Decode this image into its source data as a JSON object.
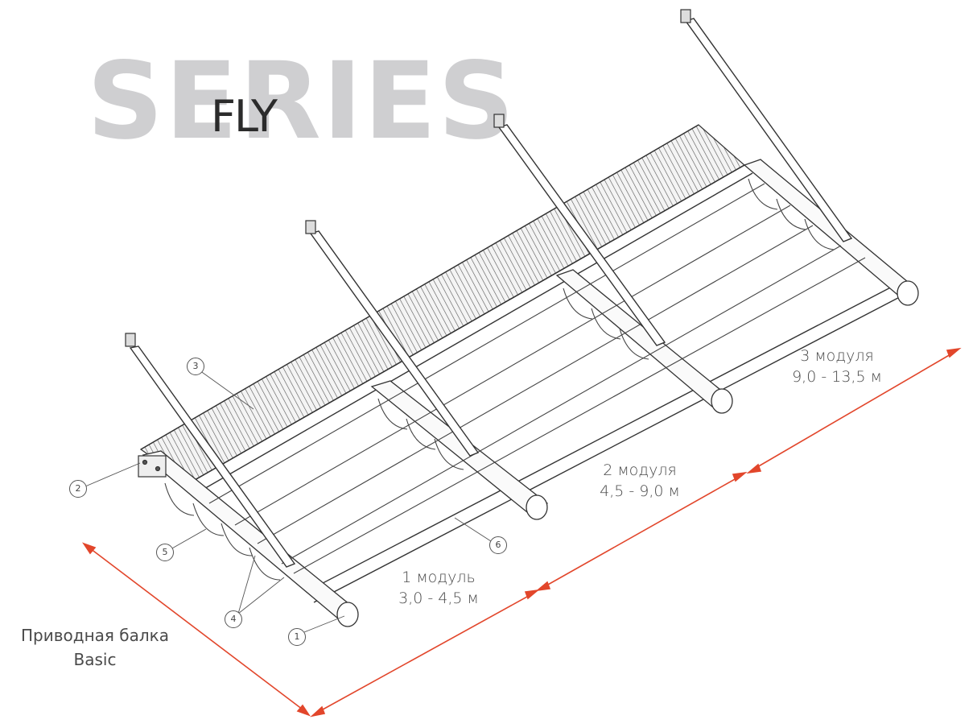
{
  "brand": {
    "series_text": "SERIES",
    "fly_text": "FLY",
    "series_color": "#cfcfd1"
  },
  "dimensions": [
    {
      "name": "1 модуль",
      "range": "3,0  - 4,5 м"
    },
    {
      "name": "2 модуля",
      "range": "4,5 - 9,0 м"
    },
    {
      "name": "3 модуля",
      "range": "9,0 - 13,5 м"
    }
  ],
  "drive_beam": {
    "line1": "Приводная балка",
    "line2": "Basic"
  },
  "callouts": [
    "1",
    "2",
    "3",
    "4",
    "5",
    "6"
  ],
  "colors": {
    "dimension_line": "#e2462b",
    "drawing": "#333333"
  }
}
